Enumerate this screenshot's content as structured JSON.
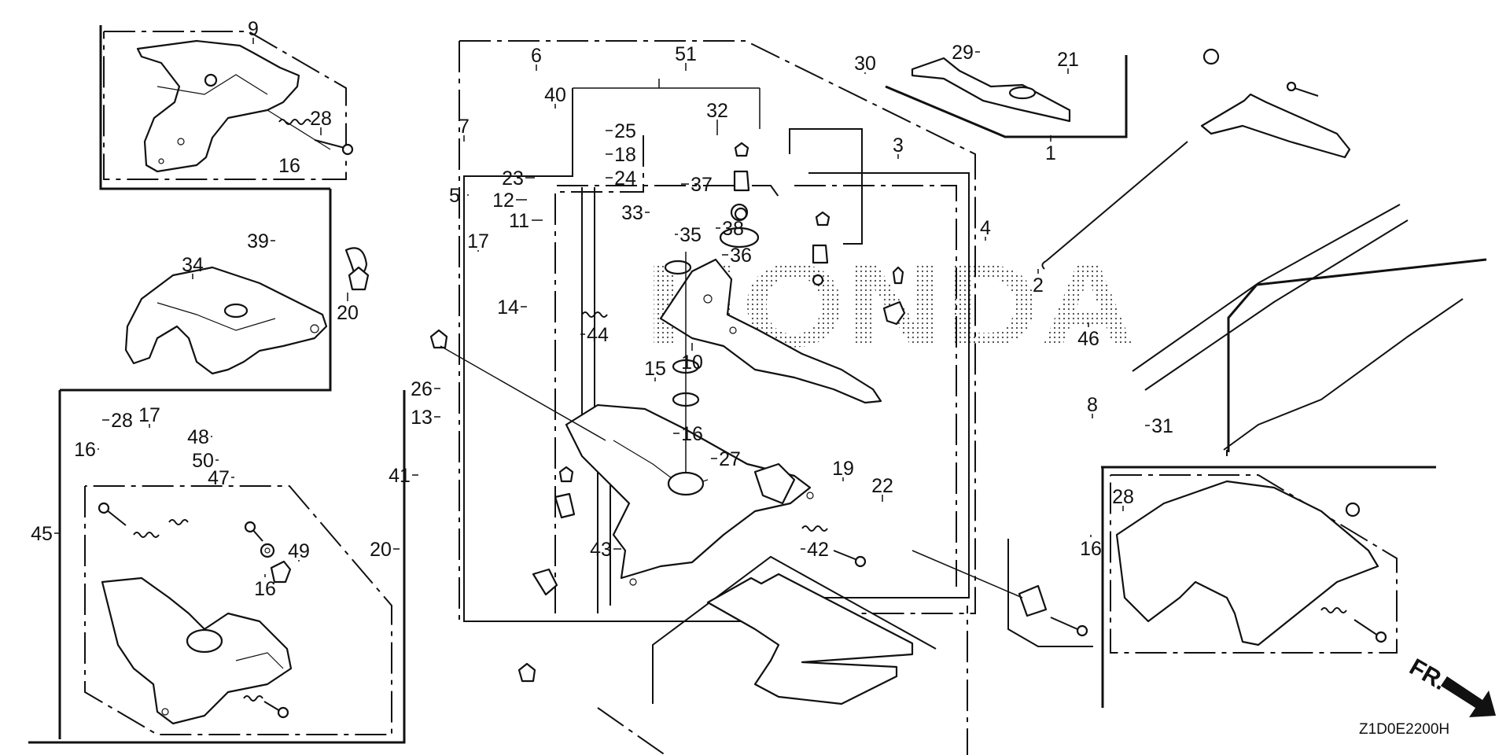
{
  "diagram": {
    "type": "exploded parts diagram",
    "code": "Z1D0E2200H",
    "watermark": "HONDA",
    "direction_label": "FR.",
    "callouts": [
      {
        "id": "c9",
        "label": "9"
      },
      {
        "id": "c28a",
        "label": "28"
      },
      {
        "id": "c16a",
        "label": "16"
      },
      {
        "id": "c39",
        "label": "39"
      },
      {
        "id": "c34",
        "label": "34"
      },
      {
        "id": "c20a",
        "label": "20"
      },
      {
        "id": "c28b",
        "label": "28"
      },
      {
        "id": "c17a",
        "label": "17"
      },
      {
        "id": "c48",
        "label": "48"
      },
      {
        "id": "c16b",
        "label": "16"
      },
      {
        "id": "c50",
        "label": "50"
      },
      {
        "id": "c47",
        "label": "47"
      },
      {
        "id": "c45",
        "label": "45"
      },
      {
        "id": "c49",
        "label": "49"
      },
      {
        "id": "c16c",
        "label": "16"
      },
      {
        "id": "c6",
        "label": "6"
      },
      {
        "id": "c40",
        "label": "40"
      },
      {
        "id": "c7",
        "label": "7"
      },
      {
        "id": "c51",
        "label": "51"
      },
      {
        "id": "c32",
        "label": "32"
      },
      {
        "id": "c25",
        "label": "25"
      },
      {
        "id": "c18",
        "label": "18"
      },
      {
        "id": "c24",
        "label": "24"
      },
      {
        "id": "c23",
        "label": "23"
      },
      {
        "id": "c5",
        "label": "5"
      },
      {
        "id": "c12",
        "label": "12"
      },
      {
        "id": "c11",
        "label": "11"
      },
      {
        "id": "c17b",
        "label": "17"
      },
      {
        "id": "c37",
        "label": "37"
      },
      {
        "id": "c33",
        "label": "33"
      },
      {
        "id": "c38",
        "label": "38"
      },
      {
        "id": "c35",
        "label": "35"
      },
      {
        "id": "c36",
        "label": "36"
      },
      {
        "id": "c14",
        "label": "14"
      },
      {
        "id": "c44",
        "label": "44"
      },
      {
        "id": "c10",
        "label": "10"
      },
      {
        "id": "c15",
        "label": "15"
      },
      {
        "id": "c26",
        "label": "26"
      },
      {
        "id": "c13",
        "label": "13"
      },
      {
        "id": "c16d",
        "label": "16"
      },
      {
        "id": "c27",
        "label": "27"
      },
      {
        "id": "c41",
        "label": "41"
      },
      {
        "id": "c20b",
        "label": "20"
      },
      {
        "id": "c43",
        "label": "43"
      },
      {
        "id": "c42",
        "label": "42"
      },
      {
        "id": "c19",
        "label": "19"
      },
      {
        "id": "c22",
        "label": "22"
      },
      {
        "id": "c30",
        "label": "30"
      },
      {
        "id": "c29",
        "label": "29"
      },
      {
        "id": "c21",
        "label": "21"
      },
      {
        "id": "c1",
        "label": "1"
      },
      {
        "id": "c3",
        "label": "3"
      },
      {
        "id": "c4",
        "label": "4"
      },
      {
        "id": "c2",
        "label": "2"
      },
      {
        "id": "c46",
        "label": "46"
      },
      {
        "id": "c8",
        "label": "8"
      },
      {
        "id": "c31",
        "label": "31"
      },
      {
        "id": "c28c",
        "label": "28"
      },
      {
        "id": "c16e",
        "label": "16"
      }
    ]
  }
}
